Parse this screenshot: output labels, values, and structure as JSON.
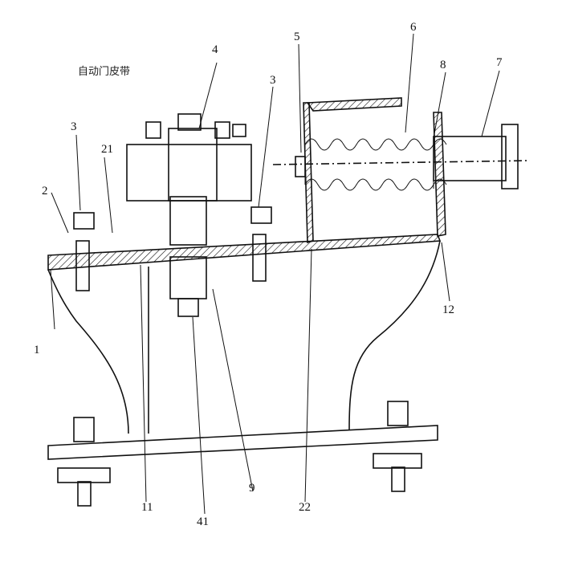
{
  "caption": "自动门皮带",
  "labels": {
    "l1": "1",
    "l2": "2",
    "l3a": "3",
    "l3b": "3",
    "l4": "4",
    "l5": "5",
    "l6": "6",
    "l7": "7",
    "l8": "8",
    "l9": "9",
    "l11": "11",
    "l12": "12",
    "l21": "21",
    "l22": "22",
    "l41": "41"
  }
}
